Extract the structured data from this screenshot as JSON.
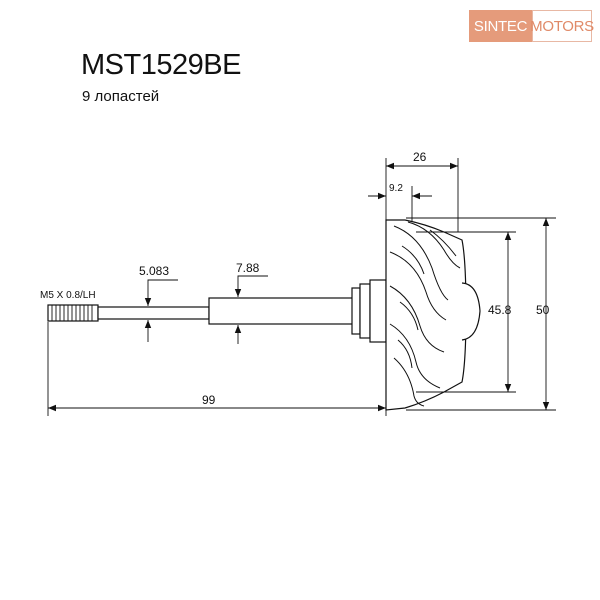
{
  "header": {
    "logo_left": "SINTEC",
    "logo_right": "MOTORS",
    "part_number": "MST1529BE",
    "blade_count": "9 лопастей"
  },
  "dimensions": {
    "thread": "M5 X 0.8/LH",
    "shaft_dia_small": "5.083",
    "shaft_dia_large": "7.88",
    "overall_length": "99",
    "wheel_width": "26",
    "hub_offset": "9.2",
    "hub_dia": "45.8",
    "wheel_dia": "50"
  },
  "colors": {
    "logo_fill": "#e59b7b",
    "logo_text": "#e08a68",
    "line": "#111111"
  }
}
